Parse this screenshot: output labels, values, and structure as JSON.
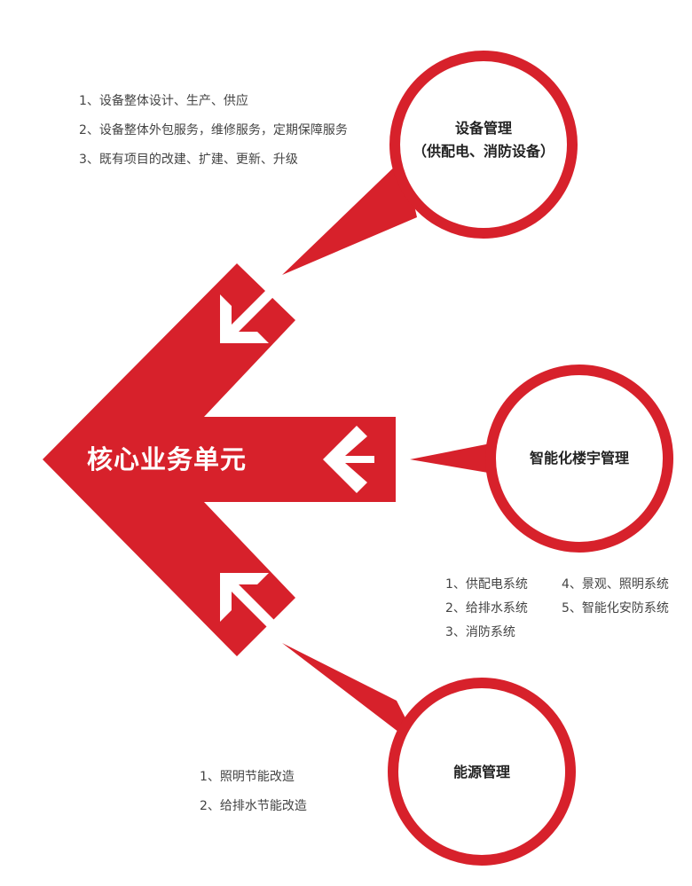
{
  "colors": {
    "accent": "#d7212b",
    "text": "#444444",
    "label": "#222222",
    "background": "#ffffff"
  },
  "center": {
    "title": "核心业务单元"
  },
  "units": [
    {
      "id": "equipment",
      "title_lines": [
        "设备管理",
        "（供配电、消防设备）"
      ],
      "items": [
        "1、设备整体设计、生产、供应",
        "2、设备整体外包服务，维修服务，定期保障服务",
        "3、既有项目的改建、扩建、更新、升级"
      ]
    },
    {
      "id": "building",
      "title_lines": [
        "智能化楼宇管理"
      ],
      "items": [
        "1、供配电系统",
        "2、给排水系统",
        "3、消防系统",
        "4、景观、照明系统",
        "5、智能化安防系统"
      ]
    },
    {
      "id": "energy",
      "title_lines": [
        "能源管理"
      ],
      "items": [
        "1、照明节能改造",
        "2、给排水节能改造"
      ]
    }
  ]
}
